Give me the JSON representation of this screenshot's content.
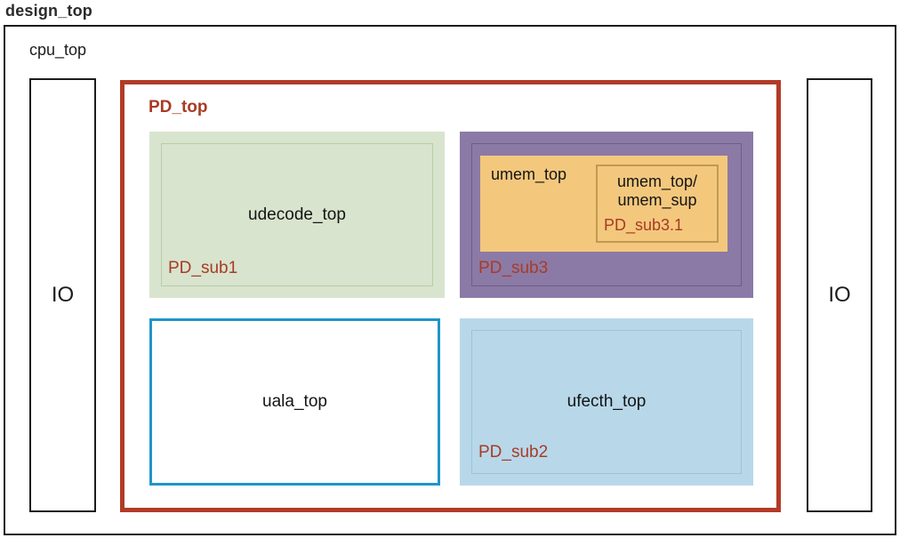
{
  "labels": {
    "design_top": "design_top",
    "cpu_top": "cpu_top",
    "io_left": "IO",
    "io_right": "IO",
    "pd_top": "PD_top"
  },
  "blocks": {
    "udecode": {
      "title": "udecode_top",
      "pd": "PD_sub1"
    },
    "uala": {
      "title": "uala_top"
    },
    "umem": {
      "label": "umem_top",
      "sub_title": "umem_top/umem_sup",
      "sub_pd": "PD_sub3.1",
      "pd": "PD_sub3"
    },
    "ufecth": {
      "title": "ufecth_top",
      "pd": "PD_sub2"
    }
  },
  "colors": {
    "outline": "#1c1c1c",
    "pd_top_border": "#b23b27",
    "pd_text": "#a93b26",
    "green_fill": "#d8e4cd",
    "green_line": "#b8cdab",
    "purple_fill": "#8c7aa6",
    "purple_line": "#6e5d88",
    "orange_fill": "#f3c87d",
    "orange_line": "#c09a54",
    "blue_fill": "#b8d8ea",
    "blue_line": "#9cc3da",
    "uala_border": "#2095c9"
  }
}
